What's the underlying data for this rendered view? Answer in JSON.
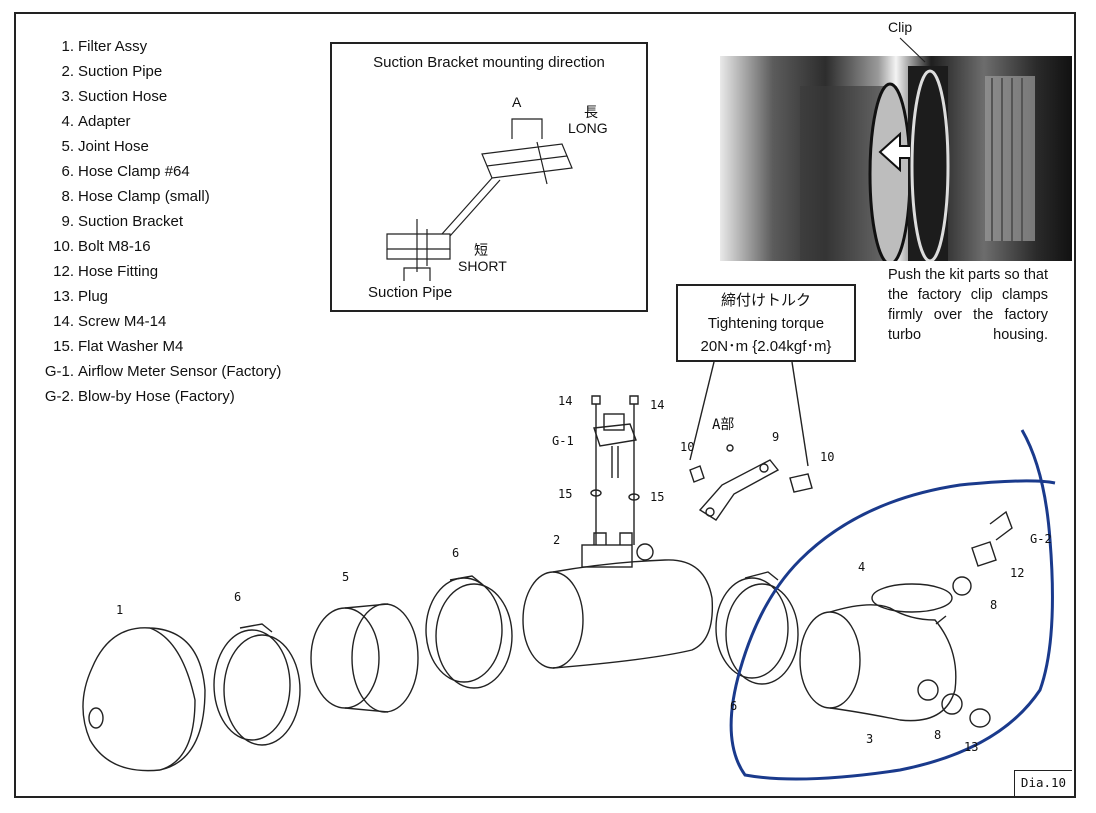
{
  "parts_list": [
    {
      "num": "1.",
      "name": "Filter Assy"
    },
    {
      "num": "2.",
      "name": "Suction Pipe"
    },
    {
      "num": "3.",
      "name": "Suction Hose"
    },
    {
      "num": "4.",
      "name": "Adapter"
    },
    {
      "num": "5.",
      "name": "Joint Hose"
    },
    {
      "num": "6.",
      "name": "Hose Clamp #64"
    },
    {
      "num": "8.",
      "name": "Hose Clamp (small)"
    },
    {
      "num": "9.",
      "name": "Suction Bracket"
    },
    {
      "num": "10.",
      "name": "Bolt M8-16"
    },
    {
      "num": "12.",
      "name": "Hose Fitting"
    },
    {
      "num": "13.",
      "name": "Plug"
    },
    {
      "num": "14.",
      "name": "Screw M4-14"
    },
    {
      "num": "15.",
      "name": "Flat Washer M4"
    },
    {
      "num": "G-1.",
      "name": "Airflow Meter Sensor (Factory)"
    },
    {
      "num": "G-2.",
      "name": "Blow-by Hose (Factory)"
    }
  ],
  "bracket_inset": {
    "title": "Suction Bracket mounting direction",
    "label_a": "A",
    "long_jp": "長",
    "long_en": "LONG",
    "short_jp": "短",
    "short_en": "SHORT",
    "pipe": "Suction Pipe"
  },
  "photo_callout": {
    "clip": "Clip",
    "note": "Push the kit parts so that the factory clip clamps firmly over the factory turbo housing."
  },
  "torque_box": {
    "jp": "締付けトルク",
    "en": "Tightening torque",
    "value": "20N･m {2.04kgf･m}"
  },
  "callouts": {
    "c1": "1",
    "c2": "2",
    "c3": "3",
    "c4": "4",
    "c5": "5",
    "c6a": "6",
    "c6b": "6",
    "c6c": "6",
    "c8a": "8",
    "c8b": "8",
    "c9": "9",
    "c10a": "10",
    "c10b": "10",
    "c12": "12",
    "c13": "13",
    "c14a": "14",
    "c14b": "14",
    "c15a": "15",
    "c15b": "15",
    "g1": "G-1",
    "g2": "G-2",
    "a_part": "A部"
  },
  "diagram_id": "Dia.10",
  "colors": {
    "line": "#222222",
    "annotation": "#1a3a8c"
  }
}
